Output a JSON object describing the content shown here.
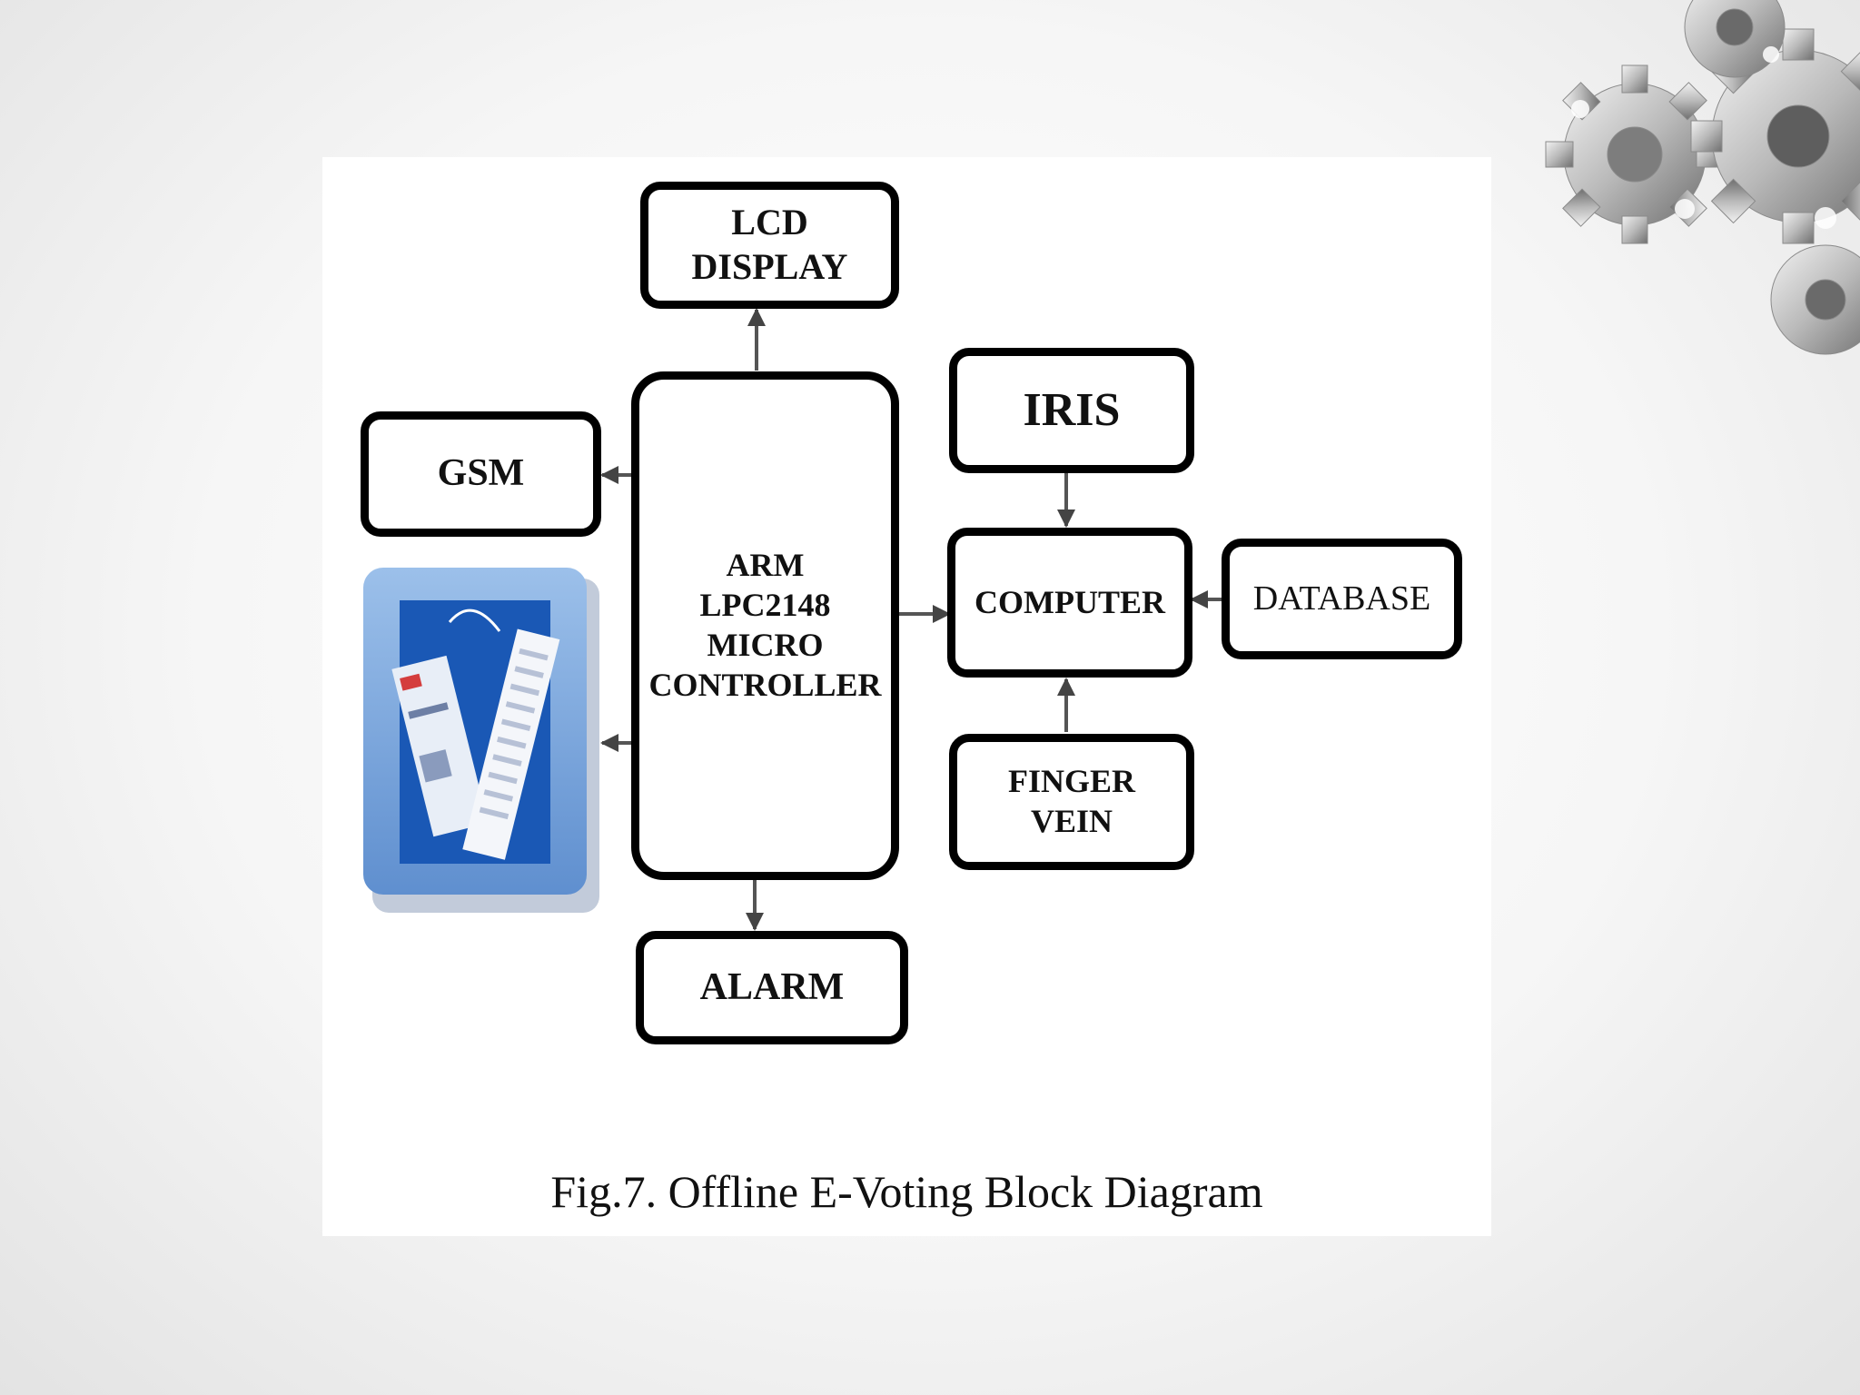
{
  "blocks": {
    "lcd": "LCD\nDISPLAY",
    "gsm": "GSM",
    "arm": "ARM\nLPC2148\nMICRO\nCONTROLLER",
    "iris": "IRIS",
    "computer": "COMPUTER",
    "database": "DATABASE",
    "finger_vein": "FINGER\nVEIN",
    "alarm": "ALARM"
  },
  "caption": "Fig.7. Offline E-Voting Block Diagram",
  "icons": {
    "voting_machine": "voting-machine-icon",
    "gears": "gears-icon"
  }
}
